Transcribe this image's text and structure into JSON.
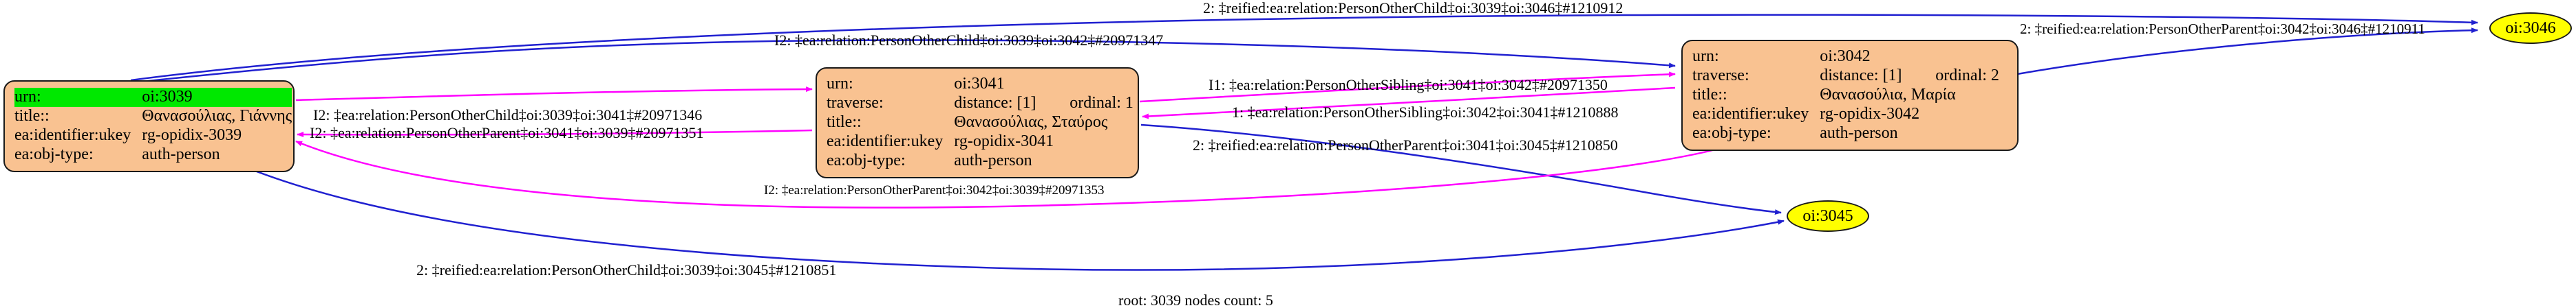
{
  "graph": {
    "footer": "root: 3039 nodes count: 5",
    "colors": {
      "node_fill": "#f9c291",
      "node_stroke": "#1a1a1a",
      "highlight": "#00e800",
      "ellipse_fill": "#ffff00",
      "edge_blue": "#2020d0",
      "edge_magenta": "#ff00ff"
    },
    "nodes": [
      {
        "id": "oi3039",
        "shape": "record",
        "rows": [
          {
            "key": "urn:",
            "value": "oi:3039",
            "highlight": true
          },
          {
            "key": "title::",
            "value": "Θανασούλιας, Γιάννης",
            "highlight": false
          },
          {
            "key": "ea:identifier:ukey",
            "value": "rg-opidix-3039",
            "highlight": false
          },
          {
            "key": "ea:obj-type:",
            "value": "auth-person",
            "highlight": false
          }
        ]
      },
      {
        "id": "oi3041",
        "shape": "record",
        "rows": [
          {
            "key": "urn:",
            "value": "oi:3041",
            "highlight": false
          },
          {
            "key": "traverse:",
            "value": "distance: [1]",
            "value2": "ordinal: 1",
            "highlight": false
          },
          {
            "key": "title::",
            "value": "Θανασούλιας, Σταύρος",
            "highlight": false
          },
          {
            "key": "ea:identifier:ukey",
            "value": "rg-opidix-3041",
            "highlight": false
          },
          {
            "key": "ea:obj-type:",
            "value": "auth-person",
            "highlight": false
          }
        ]
      },
      {
        "id": "oi3042",
        "shape": "record",
        "rows": [
          {
            "key": "urn:",
            "value": "oi:3042",
            "highlight": false
          },
          {
            "key": "traverse:",
            "value": "distance: [1]",
            "value2": "ordinal: 2",
            "highlight": false
          },
          {
            "key": "title::",
            "value": "Θανασούλια, Μαρία",
            "highlight": false
          },
          {
            "key": "ea:identifier:ukey",
            "value": "rg-opidix-3042",
            "highlight": false
          },
          {
            "key": "ea:obj-type:",
            "value": "auth-person",
            "highlight": false
          }
        ]
      },
      {
        "id": "oi3046",
        "shape": "ellipse",
        "label": "oi:3046"
      },
      {
        "id": "oi3045",
        "shape": "ellipse",
        "label": "oi:3045"
      }
    ],
    "edge_labels": [
      {
        "id": "e1",
        "text": "2: ‡reified:ea:relation:PersonOtherChild‡oi:3039‡oi:3046‡#1210912",
        "color": "blue"
      },
      {
        "id": "e2",
        "text": "2: ‡reified:ea:relation:PersonOtherParent‡oi:3042‡oi:3046‡#1210911",
        "color": "blue"
      },
      {
        "id": "e3",
        "text": "I2: ‡ea:relation:PersonOtherChild‡oi:3039‡oi:3042‡#20971347",
        "color": "blue"
      },
      {
        "id": "e4",
        "text": "I2: ‡ea:relation:PersonOtherChild‡oi:3039‡oi:3041‡#20971346",
        "color": "magenta"
      },
      {
        "id": "e5",
        "text": "I2: ‡ea:relation:PersonOtherParent‡oi:3041‡oi:3039‡#20971351",
        "color": "magenta"
      },
      {
        "id": "e6",
        "text": "I1: ‡ea:relation:PersonOtherSibling‡oi:3041‡oi:3042‡#20971350",
        "color": "magenta"
      },
      {
        "id": "e7",
        "text": "1: ‡ea:relation:PersonOtherSibling‡oi:3042‡oi:3041‡#1210888",
        "color": "magenta"
      },
      {
        "id": "e8",
        "text": "2: ‡reified:ea:relation:PersonOtherParent‡oi:3041‡oi:3045‡#1210850",
        "color": "blue"
      },
      {
        "id": "e9",
        "text": "I2: ‡ea:relation:PersonOtherParent‡oi:3042‡oi:3039‡#20971353",
        "color": "magenta"
      },
      {
        "id": "e10",
        "text": "2: ‡reified:ea:relation:PersonOtherChild‡oi:3039‡oi:3045‡#1210851",
        "color": "blue"
      }
    ]
  }
}
